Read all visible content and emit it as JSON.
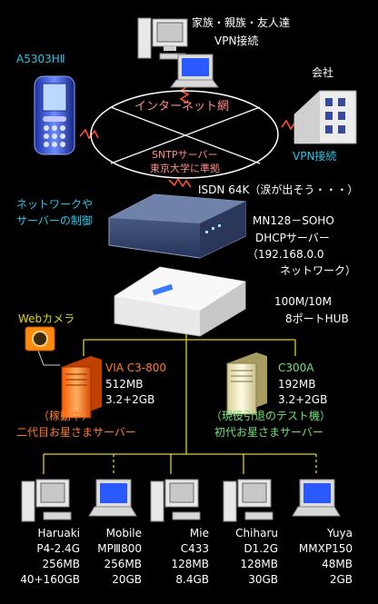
{
  "family": {
    "line1": "家族・親族・友人達",
    "line2": "VPN接続"
  },
  "phone": {
    "model": "A5303HⅡ",
    "control1": "ネットワークや",
    "control2": "サーバーの制御"
  },
  "company": {
    "label": "会社",
    "vpn": "VPN接続"
  },
  "internet": {
    "label": "インターネット網",
    "sntp1": "SNTPサーバー",
    "sntp2": "東京大学に準拠"
  },
  "isdn": "ISDN 64K（涙が出そう・・・）",
  "router": {
    "line1": "MN128－SOHO",
    "line2": "DHCPサーバー",
    "line3": "（192.168.0.0",
    "line4": "ネットワーク）"
  },
  "hub": {
    "line1": "100M/10M",
    "line2": "8ポートHUB"
  },
  "webcam": "Webカメラ",
  "server2": {
    "name": "VIA C3-800",
    "mem": "512MB",
    "hdd": "3.2+2GB",
    "status": "（稼動中）",
    "title": "二代目お星さまサーバー"
  },
  "server1": {
    "name": "C300A",
    "mem": "192MB",
    "hdd": "3.2+2GB",
    "status": "（現役引退のテスト機）",
    "title": "初代お星さまサーバー"
  },
  "clients": [
    {
      "name": "Haruaki",
      "cpu": "P4-2.4G",
      "mem": "256MB",
      "hdd": "40+160GB"
    },
    {
      "name": "Mobile",
      "cpu": "MPⅢ800",
      "mem": "256MB",
      "hdd": "20GB"
    },
    {
      "name": "Mie",
      "cpu": "C433",
      "mem": "128MB",
      "hdd": "8.4GB"
    },
    {
      "name": "Chiharu",
      "cpu": "D1.2G",
      "mem": "128MB",
      "hdd": "30GB"
    },
    {
      "name": "Yuya",
      "cpu": "MMXP150",
      "mem": "48MB",
      "hdd": "2GB"
    }
  ]
}
